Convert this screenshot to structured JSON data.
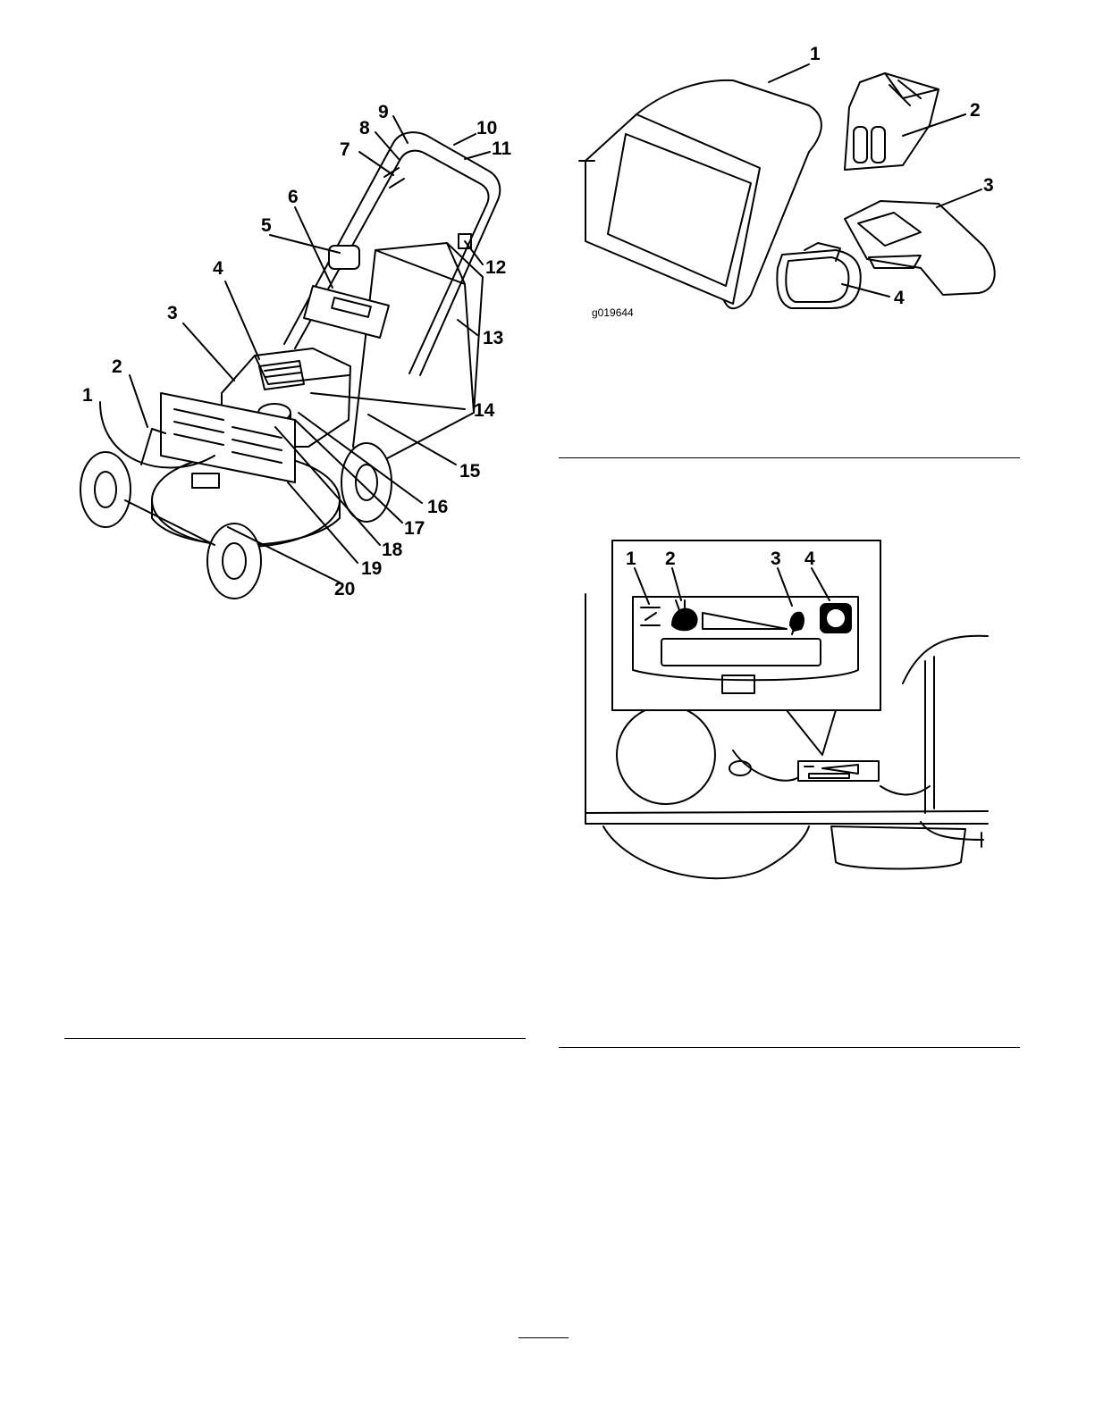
{
  "mower_figure": {
    "callouts": [
      "1",
      "2",
      "3",
      "4",
      "5",
      "6",
      "7",
      "8",
      "9",
      "10",
      "11",
      "12",
      "13",
      "14",
      "15",
      "16",
      "17",
      "18",
      "19",
      "20"
    ]
  },
  "accessories_figure": {
    "figure_id": "g019644",
    "callouts": [
      "1",
      "2",
      "3",
      "4"
    ]
  },
  "control_figure": {
    "callouts": [
      "1",
      "2",
      "3",
      "4"
    ]
  }
}
